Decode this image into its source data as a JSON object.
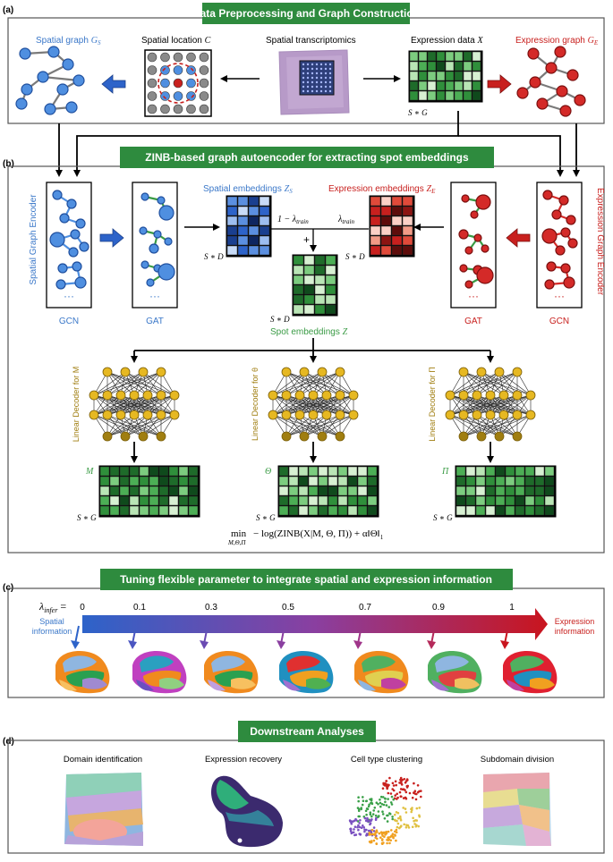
{
  "panels": {
    "a": {
      "label": "(a)",
      "banner": "Data Preprocessing and Graph Construction",
      "spatial_graph": "Spatial graph",
      "spatial_graph_sym": "G",
      "spatial_graph_sub": "S",
      "spatial_location": "Spatial location",
      "spatial_location_sym": "C",
      "spatial_transcriptomics": "Spatial transcriptomics",
      "expression_data": "Expression data",
      "expression_data_sym": "X",
      "expression_graph": "Expression graph",
      "expression_graph_sym": "G",
      "expression_graph_sub": "E",
      "sg_label": "S ∗ G"
    },
    "b": {
      "label": "(b)",
      "banner": "ZINB-based graph autoencoder for extracting spot embeddings",
      "spatial_encoder": "Spatial Graph Encoder",
      "expression_encoder": "Expression Graph Encoder",
      "gcn": "GCN",
      "gat": "GAT",
      "dots": "···",
      "spatial_emb": "Spatial embeddings",
      "spatial_emb_sym": "Z",
      "spatial_emb_sub": "S",
      "expr_emb": "Expression embeddings",
      "expr_emb_sym": "Z",
      "expr_emb_sub": "E",
      "spot_emb": "Spot embeddings",
      "spot_emb_sym": "Z",
      "sd_label": "S ∗ D",
      "sg_label": "S ∗ G",
      "one_minus_lambda": "1 − λ",
      "lambda": "λ",
      "train_sub": "train",
      "plus": "+",
      "decoder_m": "Linear Decoder for M",
      "decoder_theta": "Linear Decoder for θ",
      "decoder_pi": "Linear Decoder for Π",
      "m": "M",
      "theta": "Θ",
      "pi": "Π",
      "loss_min": "min",
      "loss_sub": "M,Θ,Π",
      "loss_body": "− log(ZINB(X|M, Θ, Π)) + α‖Θ‖",
      "loss_norm_sub": "1"
    },
    "c": {
      "label": "(c)",
      "banner": "Tuning flexible parameter to integrate spatial and expression information",
      "lambda_infer": "λ",
      "infer_sub": "infer",
      "equals": "=",
      "ticks": [
        "0",
        "0.1",
        "0.3",
        "0.5",
        "0.7",
        "0.9",
        "1"
      ],
      "spatial_info_1": "Spatial",
      "spatial_info_2": "information",
      "expr_info_1": "Expression",
      "expr_info_2": "information"
    },
    "d": {
      "label": "(d)",
      "banner": "Downstream Analyses",
      "items": [
        "Domain identification",
        "Expression recovery",
        "Cell type clustering",
        "Subdomain division"
      ]
    }
  },
  "colors": {
    "banner": "#2e8b3e",
    "blue": "#3b78c9",
    "red": "#c8201e",
    "green": "#3a9b45",
    "gold": "#a07e10",
    "node_gold": "#e6b822"
  }
}
